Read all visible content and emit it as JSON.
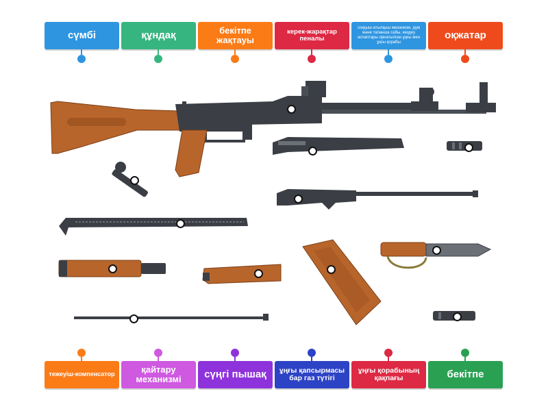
{
  "labels_top": [
    {
      "text": "сүмбі",
      "color": "#2e95e0"
    },
    {
      "text": "құндақ",
      "color": "#36b580"
    },
    {
      "text": "бекітпе жақтауы",
      "color": "#fb7b17"
    },
    {
      "text": "керек-жарақтар пеналы",
      "color": "#dd2944"
    },
    {
      "text": "соққыш-атылқыш механизм, дүм және тапанша сабы, көздеу аспаптары орнатылған ұңғы мен ұңғы қорабы",
      "color": "#2e95e0"
    },
    {
      "text": "оқжатар",
      "color": "#ee4a1c"
    }
  ],
  "labels_bottom": [
    {
      "text": "тежеуіш-компенсатор",
      "color": "#fb7b17"
    },
    {
      "text": "қайтару механизмі",
      "color": "#cf59e0"
    },
    {
      "text": "сүңгі пышақ",
      "color": "#8e33db"
    },
    {
      "text": "ұңғы қапсырмасы бар газ түтігі",
      "color": "#2c43c5"
    },
    {
      "text": "ұңғы қорабының қақпағы",
      "color": "#dd2944"
    },
    {
      "text": "бекітпе",
      "color": "#2aa152"
    }
  ],
  "colors": {
    "wood": "#b8652b",
    "wood_dark": "#8f4a1c",
    "metal": "#3b3f45",
    "metal_light": "#6b7077"
  }
}
